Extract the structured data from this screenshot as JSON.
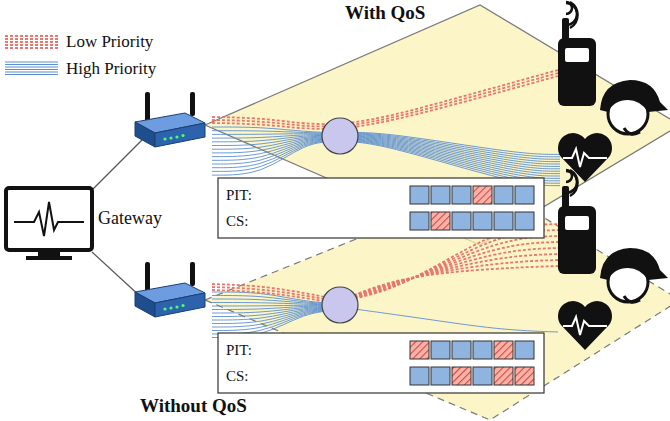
{
  "diagram": {
    "nodes": [
      {
        "text": [
          "With QoS"
        ]
      },
      {
        "text": [
          "PIT:",
          "CS:"
        ],
        "in": 0
      },
      {
        "text": [
          "Without QoS"
        ]
      },
      {
        "text": [
          "PIT:",
          "CS:"
        ],
        "in": 2
      }
    ],
    "labels": [
      "Gateway"
    ],
    "legend": [
      {
        "text": "Low Priority"
      },
      {
        "text": "High Priority"
      }
    ]
  }
}
